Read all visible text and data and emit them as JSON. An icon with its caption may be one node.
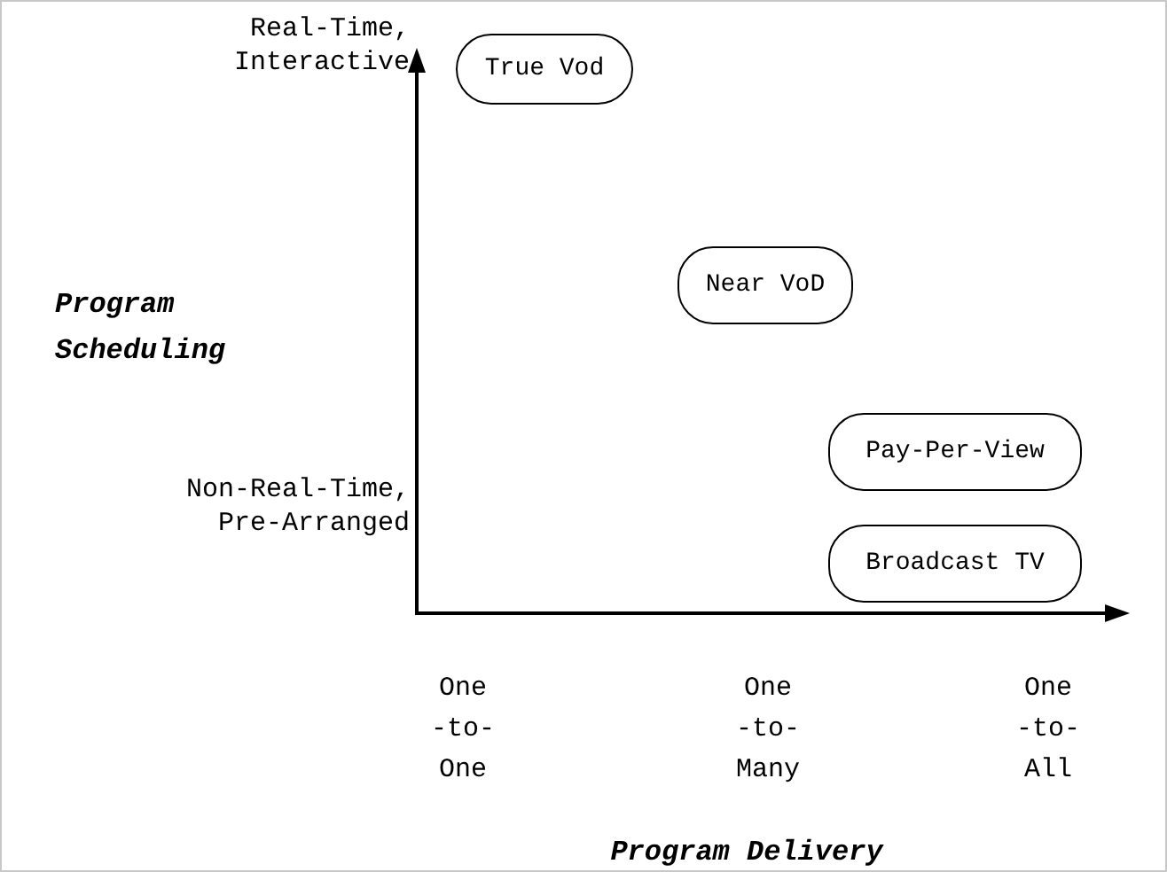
{
  "diagram": {
    "nodes": [
      {
        "text": [
          "True Vod"
        ]
      },
      {
        "text": [
          "Near VoD"
        ]
      },
      {
        "text": [
          "Pay-Per-View"
        ]
      },
      {
        "text": [
          "Broadcast TV"
        ]
      }
    ],
    "edges": [],
    "labels": [
      "Real-Time, Interactive",
      "Program Scheduling",
      "Non-Real-Time, Pre-Arranged",
      "One -to- One",
      "One -to- Many",
      "One -to- All",
      "Program Delivery"
    ]
  }
}
